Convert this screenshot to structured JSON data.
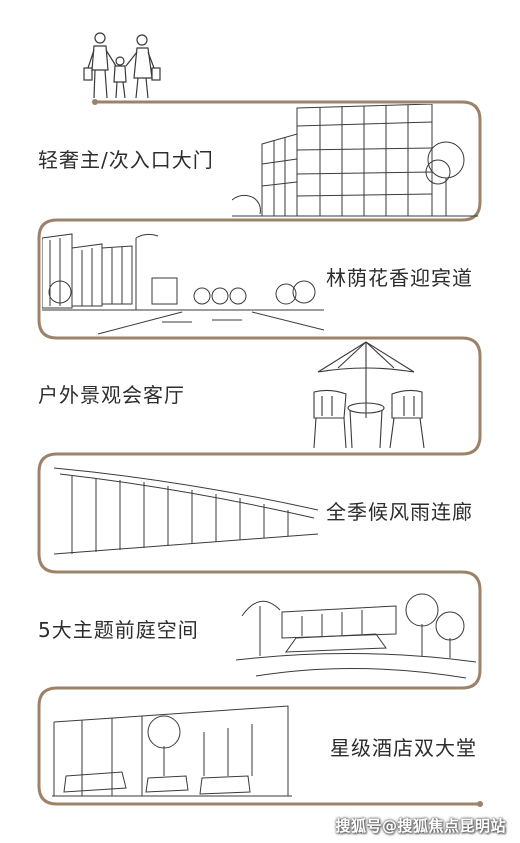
{
  "sections": [
    {
      "label": "轻奢主/次入口大门"
    },
    {
      "label": "林荫花香迎宾道"
    },
    {
      "label": "户外景观会客厅"
    },
    {
      "label": "全季候风雨连廊"
    },
    {
      "label": "5大主题前庭空间"
    },
    {
      "label": "星级酒店双大堂"
    }
  ],
  "watermark": "搜狐号@搜狐焦点昆明站",
  "colors": {
    "path_line": "#9b8268",
    "sketch": "#3a3a3a",
    "text": "#2d2d2d"
  }
}
